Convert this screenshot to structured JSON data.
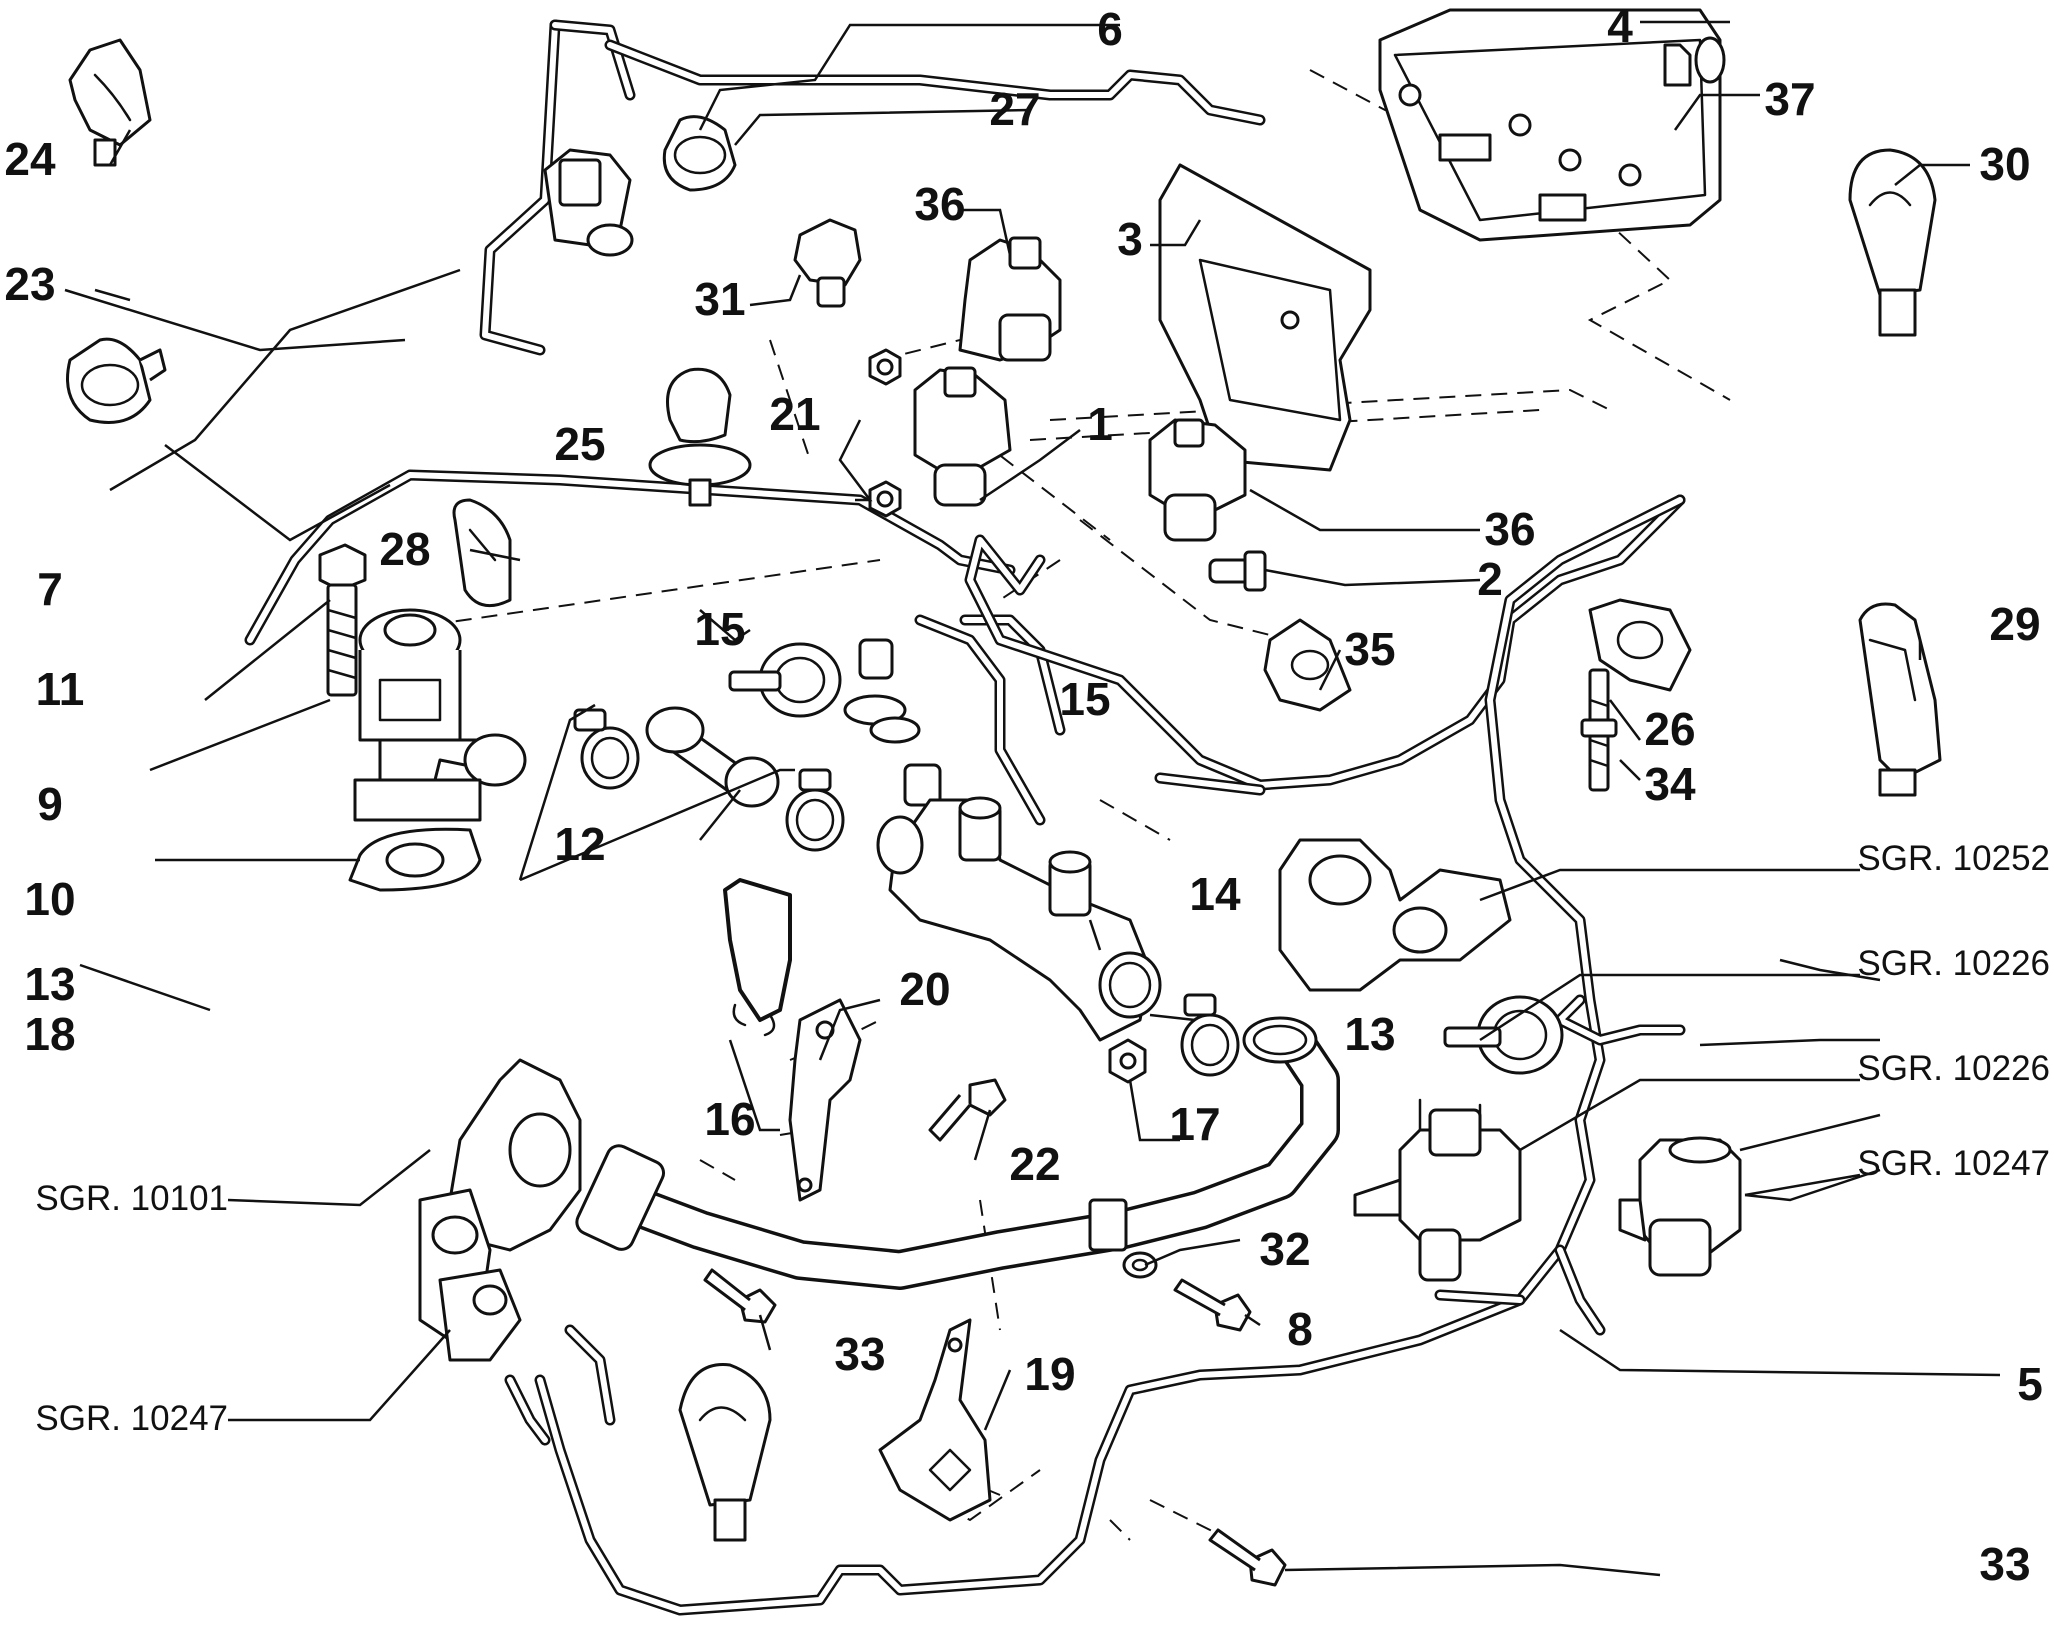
{
  "callouts": {
    "c1": "1",
    "c2": "2",
    "c3": "3",
    "c4": "4",
    "c5": "5",
    "c6": "6",
    "c7": "7",
    "c8": "8",
    "c9": "9",
    "c10": "10",
    "c11": "11",
    "c12": "12",
    "c13a": "13",
    "c13b": "13",
    "c14": "14",
    "c15a": "15",
    "c15b": "15",
    "c16": "16",
    "c17": "17",
    "c18": "18",
    "c19": "19",
    "c20": "20",
    "c21": "21",
    "c22": "22",
    "c23": "23",
    "c24": "24",
    "c25": "25",
    "c26": "26",
    "c27": "27",
    "c28": "28",
    "c29": "29",
    "c30": "30",
    "c31": "31",
    "c32": "32",
    "c33a": "33",
    "c33b": "33",
    "c34": "34",
    "c35": "35",
    "c36a": "36",
    "c36b": "36",
    "c37": "37"
  },
  "group_refs": {
    "g10252": "SGR. 10252",
    "g10226a": "SGR. 10226",
    "g10226b": "SGR. 10226",
    "g10247a": "SGR. 10247",
    "g10101": "SGR. 10101",
    "g10247b": "SGR. 10247"
  },
  "style": {
    "line_color": "#111111",
    "background": "#ffffff"
  }
}
